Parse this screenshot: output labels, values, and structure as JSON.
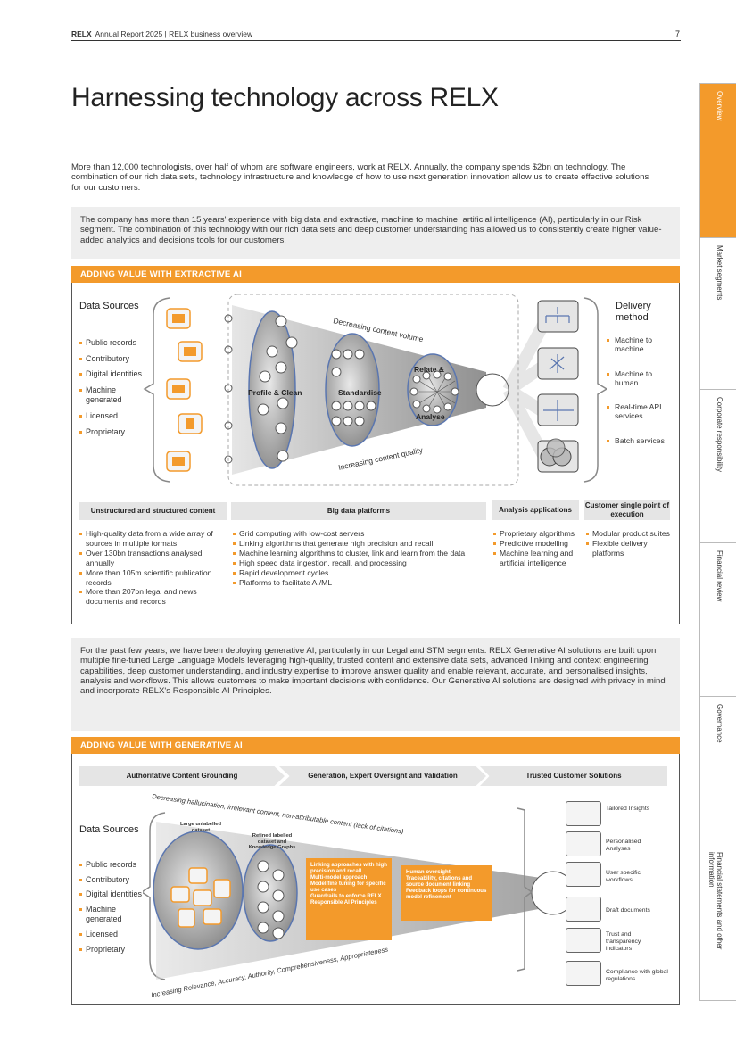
{
  "header": {
    "brand": "RELX",
    "text": "Annual Report 2025 | RELX business overview",
    "page": "7"
  },
  "title": "Harnessing technology across RELX",
  "intro": "More than 12,000 technologists, over half of whom are software engineers, work at RELX. Annually, the company spends $2bn on technology. The combination of our rich data sets, technology infrastructure and knowledge of how to use next generation innovation allow us to create effective solutions for our customers.",
  "box1": "The company has more than 15 years' experience with big data and extractive, machine to machine, artificial intelligence (AI), particularly in our Risk segment. The combination of this technology with our rich data sets and deep customer understanding has allowed us to consistently create higher value-added analytics and decisions tools for our customers.",
  "extractive": {
    "bar": "ADDING VALUE WITH EXTRACTIVE AI",
    "data_sources_title": "Data Sources",
    "sources": [
      "Public records",
      "Contributory",
      "Digital identities",
      "Machine generated",
      "Licensed",
      "Proprietary"
    ],
    "decreasing": "Decreasing content volume",
    "increasing": "Increasing content quality",
    "profile": "Profile & Clean",
    "standardise": "Standardise",
    "relate": "Relate &",
    "analyse": "Analyse",
    "delivery_title": "Delivery method",
    "delivery": [
      "Machine to machine",
      "Machine to human",
      "Real-time API services",
      "Batch services"
    ],
    "col_heads": [
      "Unstructured and structured content",
      "Big data platforms",
      "Analysis applications",
      "Customer single point of execution"
    ],
    "col1": [
      "High-quality data from a wide array of sources in multiple formats",
      "Over 130bn transactions analysed annually",
      "More than 105m scientific publication records",
      "More than 207bn legal and news documents and records"
    ],
    "col2": [
      "Grid computing with low-cost servers",
      "Linking algorithms that generate high precision and recall",
      "Machine learning algorithms to cluster, link and learn from the data",
      "High speed data ingestion, recall, and processing",
      "Rapid development cycles",
      "Platforms to facilitate AI/ML"
    ],
    "col3": [
      "Proprietary algorithms",
      "Predictive modelling",
      "Machine learning and artificial intelligence"
    ],
    "col4": [
      "Modular product suites",
      "Flexible delivery platforms"
    ]
  },
  "box2": "For the past few years, we have been deploying generative AI, particularly in our Legal and STM segments. RELX Generative AI solutions are built upon multiple fine-tuned Large Language Models leveraging high-quality, trusted content and extensive data sets, advanced linking and context engineering capabilities, deep customer understanding, and industry expertise to improve answer quality and enable relevant, accurate, and personalised insights, analysis and workflows. This allows customers to make important decisions with confidence. Our Generative AI solutions are designed with privacy in mind and incorporate RELX's Responsible AI Principles.",
  "generative": {
    "bar": "ADDING VALUE WITH GENERATIVE AI",
    "chevrons": [
      "Authoritative Content Grounding",
      "Generation, Expert Oversight and Validation",
      "Trusted Customer Solutions"
    ],
    "decreasing": "Decreasing hallucination, irrelevant content, non-attributable content (lack of citations)",
    "increasing": "Increasing Relevance, Accuracy, Authority, Comprehensiveness, Appropriateness",
    "data_sources_title": "Data Sources",
    "sources": [
      "Public records",
      "Contributory",
      "Digital identities",
      "Machine generated",
      "Licensed",
      "Proprietary"
    ],
    "large": "Large unlabelled dataset",
    "refined": "Refined labelled dataset and Knowledge Graphs",
    "box_a": [
      "Linking approaches with high precision and recall",
      "Multi-model approach",
      "Model fine tuning for specific use cases",
      "Guardrails to enforce RELX Responsible AI Principles"
    ],
    "box_b": [
      "Human oversight",
      "Traceability, citations and source document linking",
      "Feedback loops for continuous model refinement"
    ],
    "outputs": [
      "Tailored Insights",
      "Personalised Analyses",
      "User specific workflows",
      "Draft documents",
      "Trust and transparency indicators",
      "Compliance with global regulations"
    ]
  },
  "tabs": [
    "Overview",
    "Market segments",
    "Corporate responsibility",
    "Financial review",
    "Governance",
    "Financial statements and other information"
  ],
  "colors": {
    "accent": "#f39a2b",
    "panel_grey": "#eeeeee",
    "nav_blue": "#3d5a9a"
  }
}
